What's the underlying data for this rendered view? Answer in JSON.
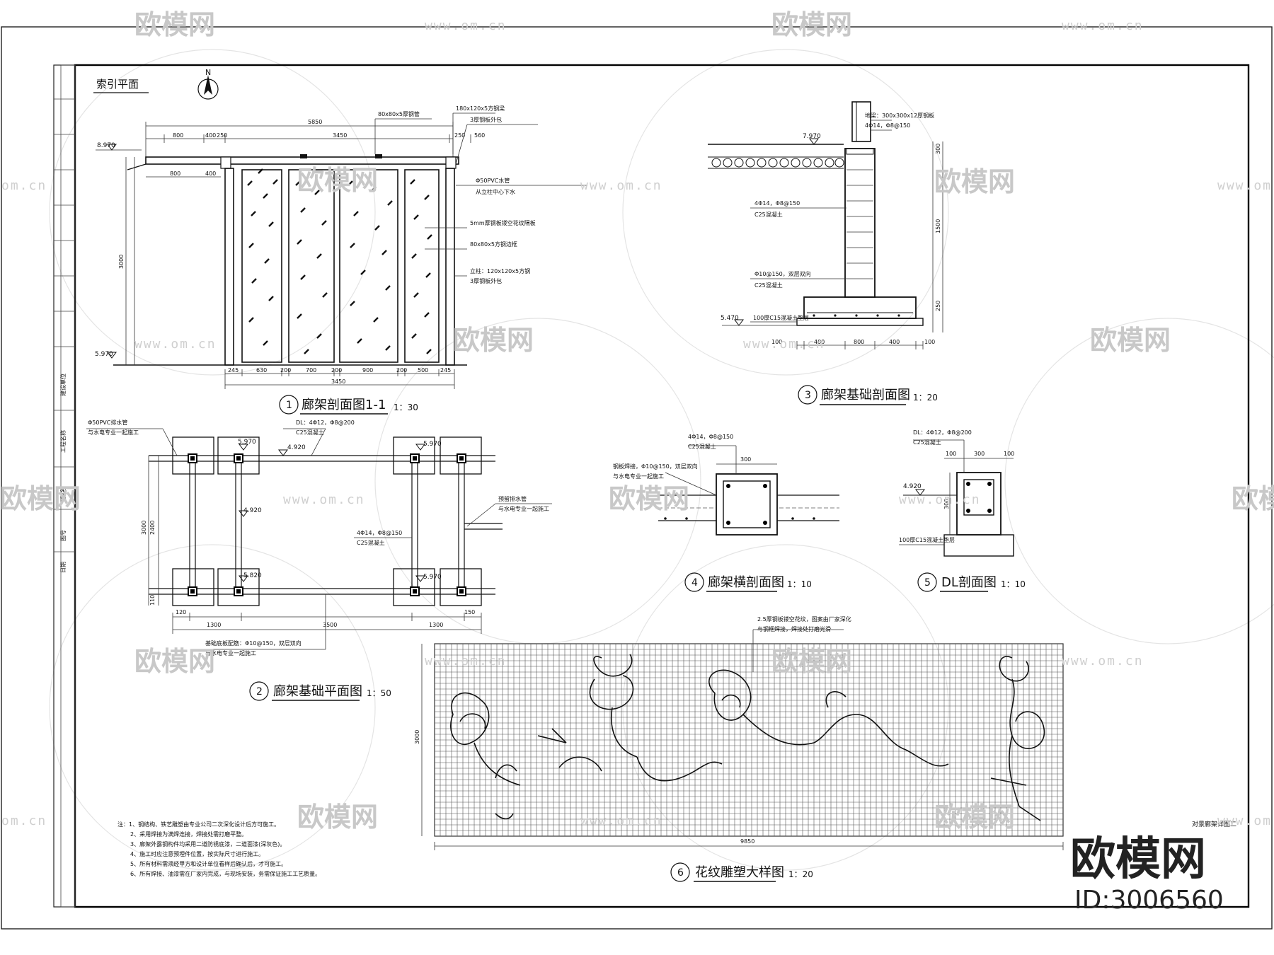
{
  "sheet": {
    "plan_label": "索引平面",
    "north_symbol": "N",
    "sheet_title": "对景廊架详图二"
  },
  "drawings": [
    {
      "number": "1",
      "title": "廊架剖面图1-1",
      "scale": "1：30"
    },
    {
      "number": "2",
      "title": "廊架基础平面图",
      "scale": "1：50"
    },
    {
      "number": "3",
      "title": "廊架基础剖面图",
      "scale": "1：20"
    },
    {
      "number": "4",
      "title": "廊架横剖面图",
      "scale": "1：10"
    },
    {
      "number": "5",
      "title": "DL剖面图",
      "scale": "1：10"
    },
    {
      "number": "6",
      "title": "花纹雕塑大样图",
      "scale": "1：20"
    }
  ],
  "section1": {
    "dims_top": [
      "800",
      "400",
      "250",
      "3450",
      "250",
      "560"
    ],
    "dim_overall_top": "5850",
    "dims_bottom": [
      "245",
      "630",
      "200",
      "700",
      "200",
      "900",
      "200",
      "500",
      "245"
    ],
    "dim_overall_bottom": "3450",
    "level_top": "8.970",
    "level_bottom": "5.970",
    "height": "3000",
    "notes": [
      "80x80x5厚钢管",
      "180x120x5方钢梁",
      "3厚钢板外包",
      "Φ50PVC水管",
      "从立柱中心下水",
      "5mm厚钢板镂空花纹隔板",
      "80x80x5方钢边框",
      "立柱：120x120x5方钢",
      "3厚钢板外包"
    ]
  },
  "section3": {
    "level": "7.970",
    "level_bottom": "5.470",
    "notes": [
      "地梁：300x300x12厚钢板",
      "4Φ14，Φ8@150",
      "C25混凝土",
      "Φ10@150，双层双向",
      "C25混凝土",
      "100厚C15混凝土垫层"
    ],
    "dims_bottom": [
      "100",
      "400",
      "800",
      "400",
      "100"
    ],
    "dims_side": [
      "300",
      "1500",
      "250"
    ]
  },
  "section2": {
    "levels": [
      "5.970",
      "5.970",
      "4.920",
      "4.920",
      "5.820",
      "5.970"
    ],
    "notes": [
      "DL：4Φ12，Φ8@200",
      "C25混凝土",
      "Φ50PVC排水管",
      "与水电专业一起施工",
      "4Φ14，Φ8@150",
      "C25混凝土",
      "预留排水管",
      "与水电专业一起施工",
      "基础底板配筋：Φ10@150，双层双向",
      "与水电专业一起施工"
    ],
    "dims_bottom": [
      "120",
      "1300",
      "3500",
      "1300",
      "150"
    ],
    "dims_left": [
      "2400",
      "3000",
      "110"
    ]
  },
  "section4": {
    "notes": [
      "4Φ14，Φ8@150",
      "C25混凝土",
      "钢板焊接，Φ10@150，双层双向",
      "与水电专业一起施工"
    ],
    "dim_top": "300"
  },
  "section5": {
    "notes": [
      "DL：4Φ12，Φ8@200",
      "C25混凝土",
      "100厚C15混凝土垫层"
    ],
    "dims_top": [
      "100",
      "300",
      "100"
    ],
    "level": "4.920",
    "dim_side": "300"
  },
  "section6": {
    "note_lines": [
      "2.5厚钢板镂空花纹，图案由厂家深化",
      "与钢框焊接，焊接处打磨光滑"
    ],
    "dim_width": "9850",
    "dim_height": "3000"
  },
  "general_notes": [
    "注：1、钢结构、铁艺雕塑由专业公司二次深化设计后方可施工。",
    "2、采用焊接为满焊连接，焊接处需打磨平整。",
    "3、廊架外露钢构件均采用二道防锈底漆，二道面漆(深灰色)。",
    "4、施工时应注意预埋件位置，按实际尺寸进行施工。",
    "5、所有材料需须经甲方和设计单位看样后确认后，才可施工。",
    "6、所有焊接、油漆需在厂家内完成，与现场安装，务需保证施工工艺质量。"
  ],
  "title_block": {
    "cells": [
      "建设单位",
      "工程名称",
      "图名",
      "图号",
      "日期"
    ]
  },
  "watermark": {
    "brand": "欧模网",
    "url": "www.om.cn",
    "url_short": "om.cn",
    "id": "ID:3006560"
  }
}
